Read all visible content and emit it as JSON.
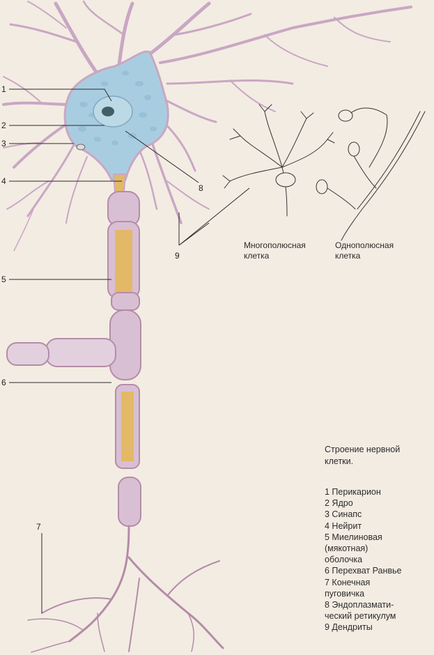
{
  "figure": {
    "caption": "Строение нервной\nклетки.",
    "callout_numbers": [
      "1",
      "2",
      "3",
      "4",
      "5",
      "6",
      "7",
      "8",
      "9"
    ],
    "inset_labels": {
      "multipolar": "Многополюсная\nклетка",
      "unipolar": "Однополюсная\nклетка"
    },
    "legend": [
      "1 Перикарион",
      "2 Ядро",
      "3 Синапс",
      "4 Нейрит",
      "5 Миелиновая\n(мякотная)\nоболочка",
      "6 Перехват Ранвье",
      "7 Конечная\nпуговичка",
      "8 Эндоплазмати-\nческий ретикулум",
      "9 Дендриты"
    ],
    "colors": {
      "background": "#f3ece3",
      "membrane": "#c9a7c3",
      "cytoplasm": "#a9cde0",
      "axon_core": "#e3b866"
    }
  }
}
